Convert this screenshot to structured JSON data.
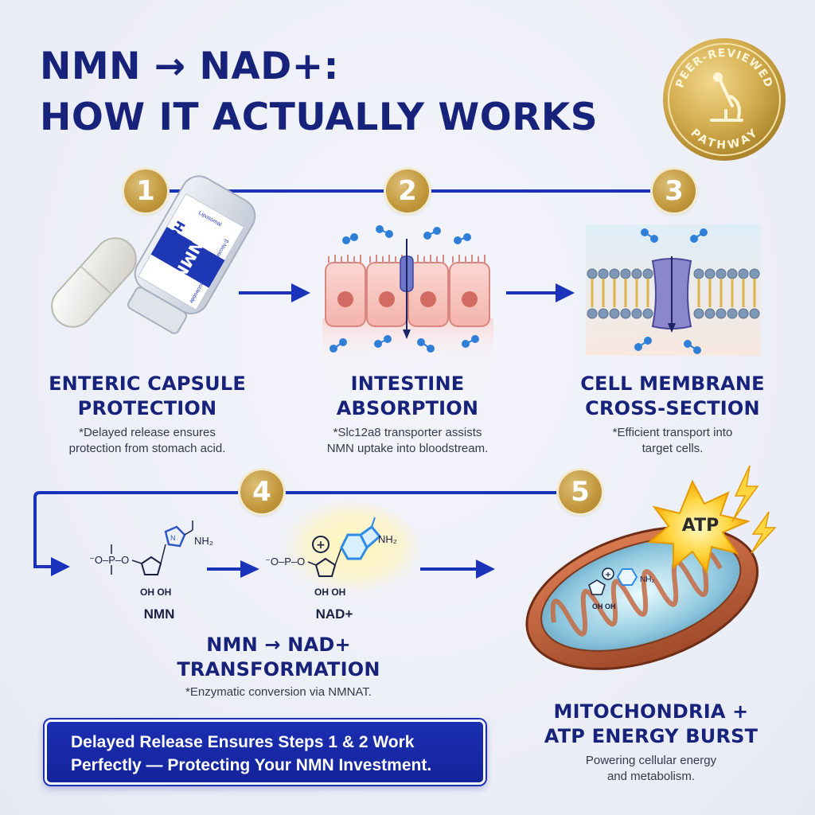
{
  "title": {
    "line1": "NMN → NAD+:",
    "line2": "HOW IT ACTUALLY WORKS"
  },
  "seal": {
    "top_text": "PEER-REVIEWED",
    "bottom_text": "PATHWAY",
    "icon": "microscope-icon"
  },
  "steps": [
    {
      "number": "1",
      "label_line1": "ENTERIC CAPSULE",
      "label_line2": "PROTECTION",
      "note_line1": "*Delayed release ensures",
      "note_line2": "protection from stomach acid."
    },
    {
      "number": "2",
      "label_line1": "INTESTINE",
      "label_line2": "ABSORPTION",
      "note_line1": "*Slc12a8 transporter assists",
      "note_line2": "NMN uptake into bloodstream."
    },
    {
      "number": "3",
      "label_line1": "CELL MEMBRANE",
      "label_line2": "CROSS-SECTION",
      "note_line1": "*Efficient transport into",
      "note_line2": "target cells."
    },
    {
      "number": "4",
      "label_line1": "NMN → NAD+",
      "label_line2": "TRANSFORMATION",
      "note_line1": "*Enzymatic conversion via NMNAT."
    },
    {
      "number": "5",
      "label_line1": "MITOCHONDRIA +",
      "label_line2": "ATP ENERGY BURST",
      "note_line1": "Powering cellular energy",
      "note_line2": "and metabolism."
    }
  ],
  "bottle": {
    "brand": "Helloo",
    "product": "NMN",
    "subtitle": "β-Nicotinamide Mononucleotide",
    "badge": "Liposomal"
  },
  "molecules": {
    "nmn": {
      "name": "NMN",
      "amide": "NH₂",
      "oh": "OH OH",
      "phosphate": "⁻O–P–O"
    },
    "nad": {
      "name": "NAD+",
      "amine": "NH₂",
      "oh": "OH OH",
      "charge": "+",
      "phosphate": "⁻O–P–O"
    },
    "mito": {
      "amine": "NH₂",
      "oh": "OH OH",
      "charge": "+"
    }
  },
  "atp_label": "ATP",
  "banner": {
    "line1": "Delayed Release Ensures Steps 1 & 2 Work",
    "line2": "Perfectly — Protecting Your NMN Investment."
  },
  "colors": {
    "navy": "#17237a",
    "accent_blue": "#1b33b8",
    "gold": "#c39a3f",
    "banner_blue": "#14239a"
  }
}
